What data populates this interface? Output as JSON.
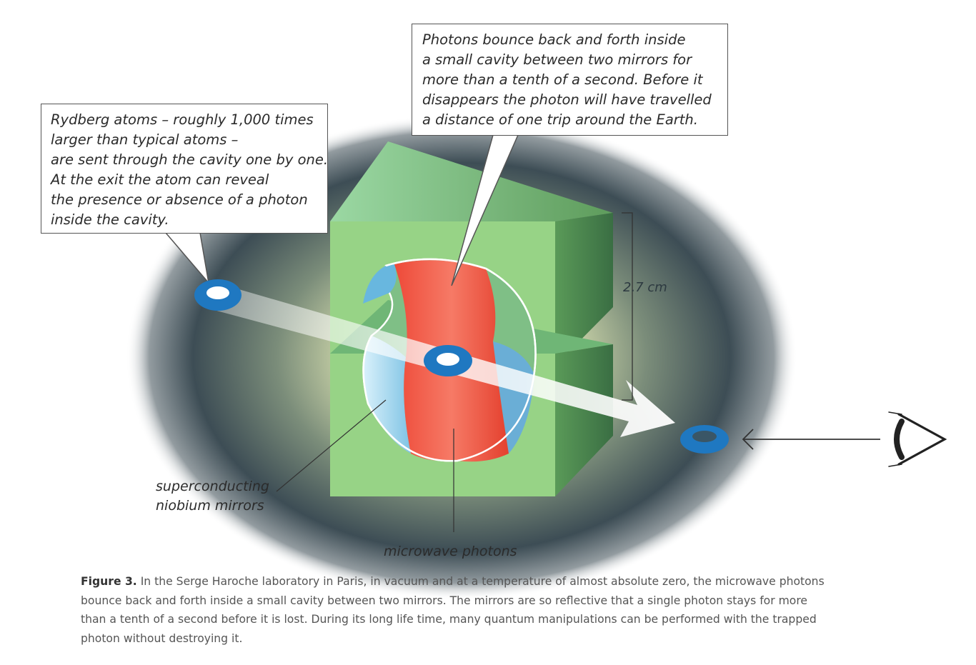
{
  "callouts": {
    "atoms": [
      "Rydberg atoms – roughly 1,000 times",
      "larger than typical atoms –",
      "are sent through the cavity one by one.",
      "At the exit the atom can reveal",
      "the presence or absence of a photon",
      "inside the cavity."
    ],
    "photons": [
      "Photons bounce back and forth inside",
      "a small cavity between two mirrors for",
      "more than a tenth of a second. Before it",
      "disappears the photon will have travelled",
      "a distance of one trip around the Earth."
    ]
  },
  "labels": {
    "mirrors": [
      "superconducting",
      "niobium mirrors"
    ],
    "photons": "microwave photons",
    "dimension": "2.7 cm"
  },
  "caption": {
    "figure_label": "Figure 3.",
    "lines": [
      " In the Serge Haroche laboratory in Paris, in vacuum and at a temperature of almost absolute zero, the microwave photons",
      "bounce back and forth inside a small cavity between two mirrors. The mirrors are so reflective that a single photon stays for more",
      "than a tenth of a second before it is lost. During its long life time, many quantum manipulations can be performed with the trapped",
      "photon without destroying it."
    ]
  },
  "icons": [
    "atom-ring-icon",
    "eye-icon",
    "arrow-left-icon"
  ],
  "colors": {
    "block_face": "#97d386",
    "block_top": "#7fc27a",
    "block_side": "#4f8f52",
    "photon_red": "#f25a45",
    "mirror_blue": "#6bb4dc",
    "atom_blue": "#1f78c1",
    "glow_dark": "#33434c"
  }
}
